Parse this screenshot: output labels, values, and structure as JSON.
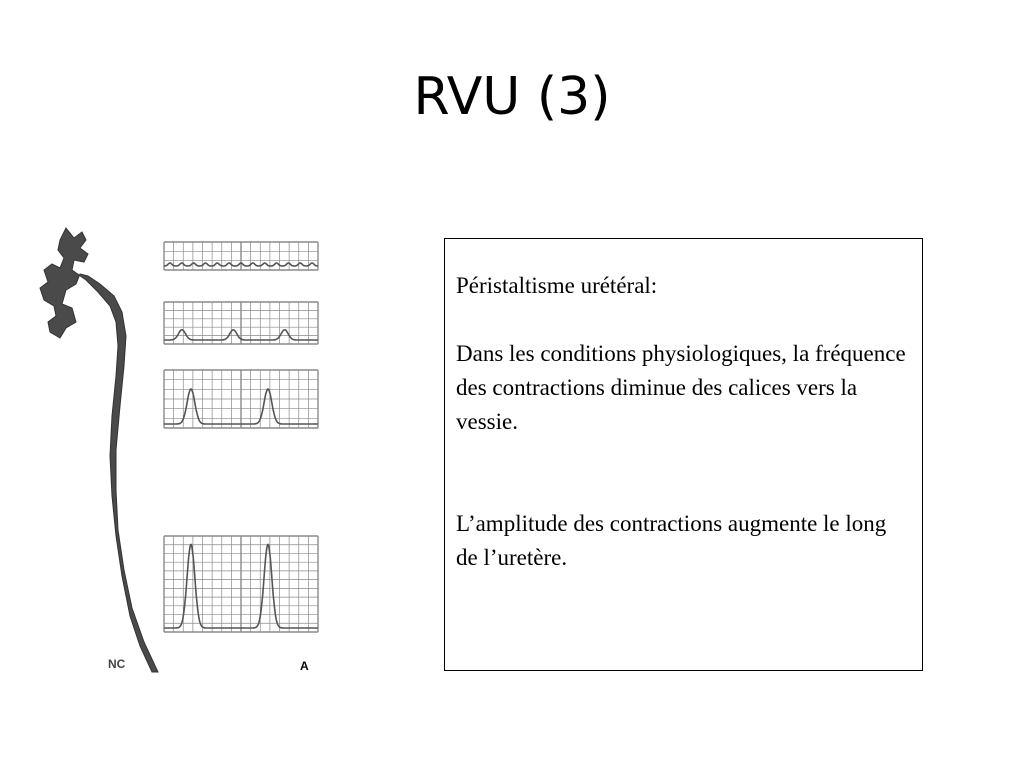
{
  "slide": {
    "title": "RVU (3)"
  },
  "text_box": {
    "heading": "Péristaltisme urétéral:",
    "paragraph1": "Dans les conditions physiologiques, la fréquence des contractions diminue des calices vers la vessie.",
    "paragraph2": "L’amplitude des contractions augmente le long de l’uretère."
  },
  "figure": {
    "left_label": "NC",
    "right_label": "A",
    "traces": [
      {
        "peaks": 13,
        "amplitude": 0.15
      },
      {
        "peaks": 3,
        "amplitude": 0.3
      },
      {
        "peaks": 2,
        "amplitude": 0.7
      },
      {
        "peaks": 2,
        "amplitude": 0.95
      }
    ]
  },
  "colors": {
    "ureter": "#4a4a4a",
    "grid": "#8a8a8a",
    "trace": "#555555",
    "border": "#000000"
  }
}
